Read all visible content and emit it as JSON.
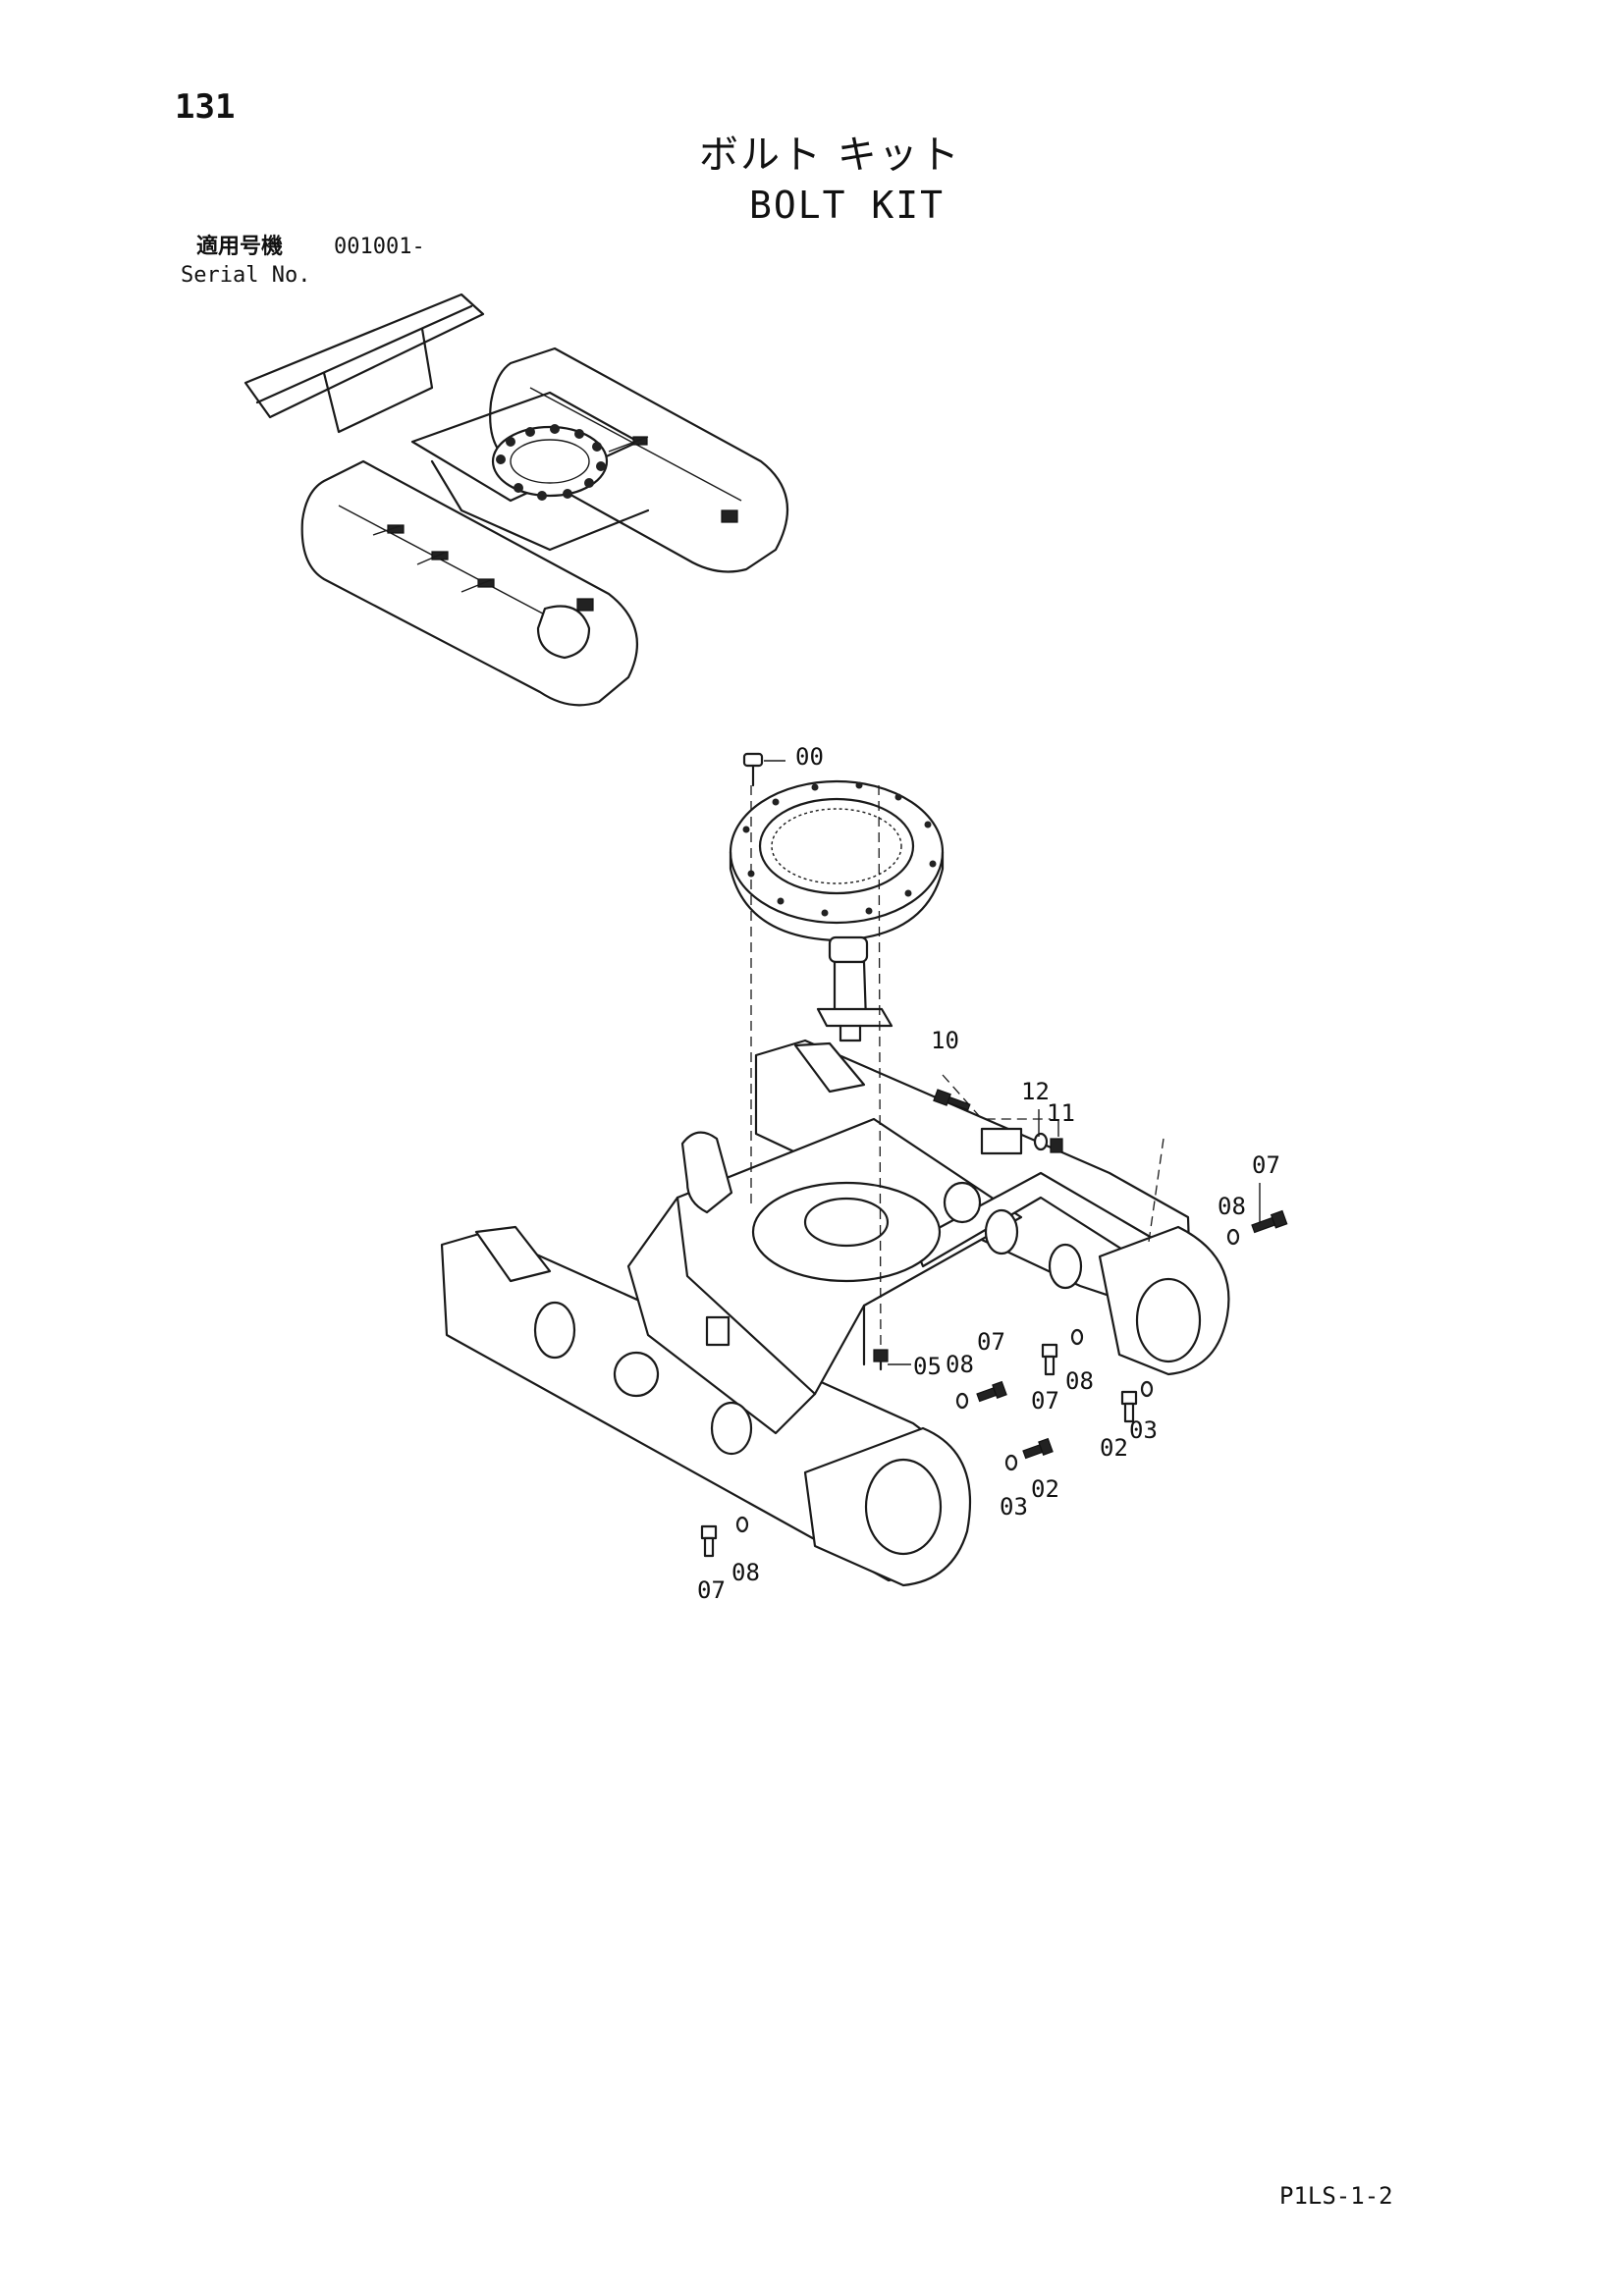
{
  "header": {
    "page_number": "131",
    "title_jp": "ボルト キット",
    "title_en": "BOLT KIT",
    "serial_label_jp": "適用号機",
    "serial_value": "001001-",
    "serial_label_en": "Serial No."
  },
  "callouts": {
    "c00": "00",
    "c10": "10",
    "c12": "12",
    "c11": "11",
    "c07a": "07",
    "c08a": "08",
    "c05": "05",
    "c08b": "08",
    "c07b": "07",
    "c07c": "07",
    "c08c": "08",
    "c02a": "02",
    "c03a": "03",
    "c03b": "03",
    "c02b": "02",
    "c07d": "07",
    "c08d": "08"
  },
  "footer": {
    "page_code": "P1LS-1-2"
  }
}
